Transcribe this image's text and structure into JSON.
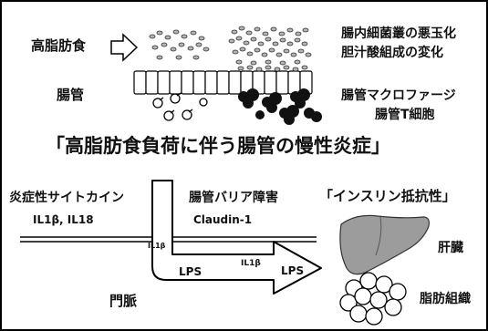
{
  "labels": {
    "high_fat_diet": "高脂肪食",
    "intestine": "腸管",
    "microbiota_change_1": "腸内細菌叢の悪玉化",
    "microbiota_change_2": "胆汁酸組成の変化",
    "immune_cells_1": "腸管マクロファージ",
    "immune_cells_2": "腸管T細胞",
    "title": "「高脂肪食負荷に伴う腸管の慢性炎症」",
    "cytokines": "炎症性サイトカイン",
    "cytokine_list": "IL1β, IL18",
    "barrier_dysfunction": "腸管バリア障害",
    "claudin": "Claudin-1",
    "il1b_small": "IL1β",
    "lps_left": "LPS",
    "il1b_arrow": "IL1β",
    "lps_right": "LPS",
    "portal_vein": "門脈",
    "insulin_resistance": "「インスリン抵抗性」",
    "liver": "肝臓",
    "adipose": "脂肪組織"
  },
  "icons": {
    "diet_arrow": "hollow-right-arrow",
    "gut_bacteria": "scattered-bacteria",
    "epithelium": "villi-row",
    "macrophages": "black-macrophage-clusters",
    "liver": "liver-organ",
    "fat_cells": "adipocyte-cluster"
  },
  "colors": {
    "line": "#000000",
    "liver_fill": "#9c9c9c",
    "bacteria_fill": "#b5b5b5"
  }
}
